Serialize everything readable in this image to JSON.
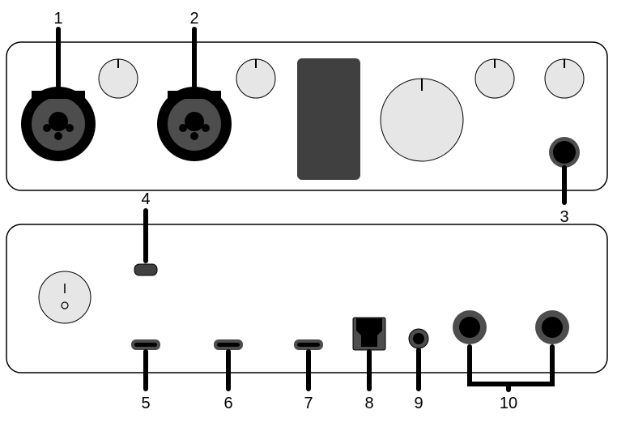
{
  "colors": {
    "jack_black": "#000000",
    "jack_gray": "#4d4d4d",
    "display": "#404040",
    "knob": "#e6e6e6"
  },
  "callouts": [
    "1",
    "2",
    "3",
    "4",
    "5",
    "6",
    "7",
    "8",
    "9",
    "10"
  ],
  "power_switch": {
    "on_mark": "I",
    "off_mark": "o"
  }
}
